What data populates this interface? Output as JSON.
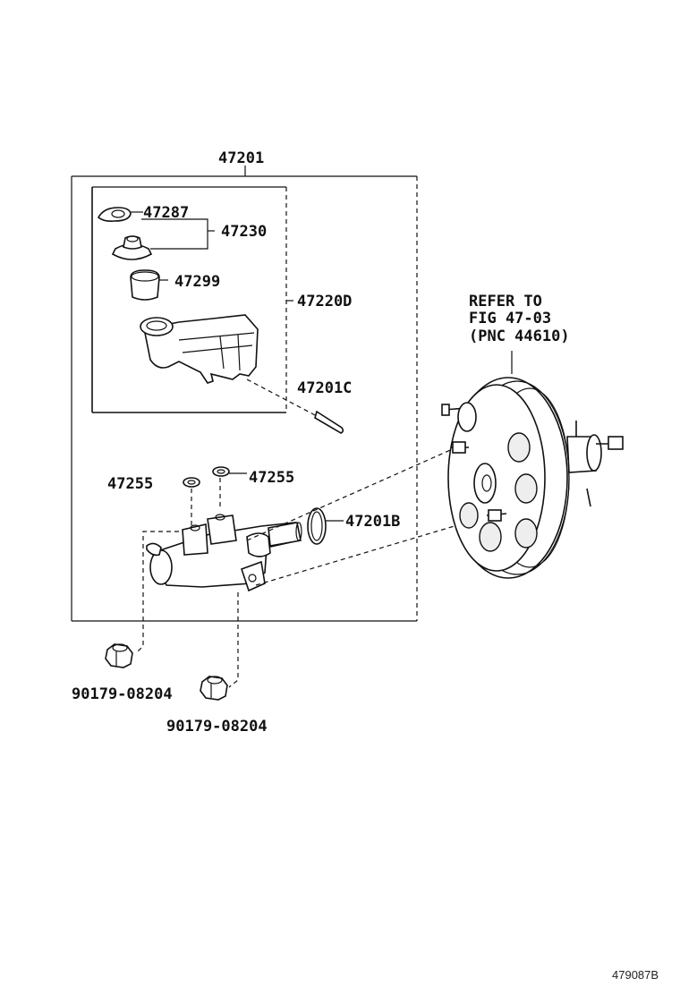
{
  "callouts": {
    "assembly": "47201",
    "reservoir_grommet": "47287",
    "reservoir_kit": "47230",
    "reservoir_cap": "47299",
    "reservoir_sub": "47220D",
    "pin": "47201C",
    "gasket_left": "47255",
    "gasket_right": "47255",
    "o_ring": "47201B",
    "nut_left": "90179-08204",
    "nut_right": "90179-08204"
  },
  "reference": {
    "line1": "REFER TO",
    "line2": "FIG 47-03",
    "line3": "(PNC 44610)"
  },
  "figure_id": "479087B"
}
